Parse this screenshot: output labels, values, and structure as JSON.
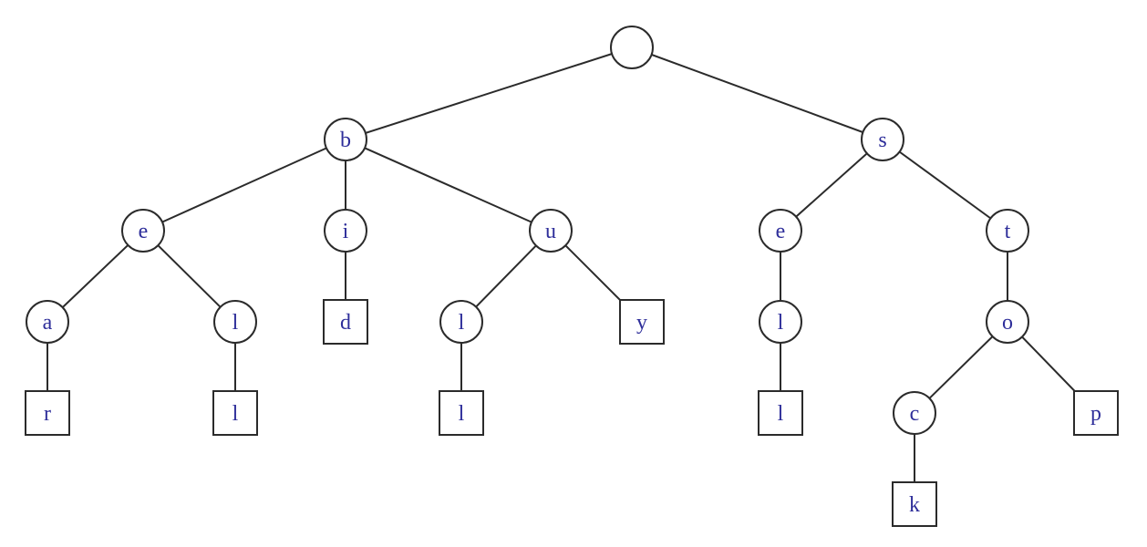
{
  "colors": {
    "label": "#2e2e9a",
    "stroke": "#2b2b2b",
    "background": "#ffffff"
  },
  "tree": {
    "root": {
      "label": "",
      "shape": "circle"
    },
    "nodes": [
      {
        "id": "b",
        "label": "b",
        "shape": "circle",
        "parent": "root"
      },
      {
        "id": "s",
        "label": "s",
        "shape": "circle",
        "parent": "root"
      },
      {
        "id": "be",
        "label": "e",
        "shape": "circle",
        "parent": "b"
      },
      {
        "id": "bi",
        "label": "i",
        "shape": "circle",
        "parent": "b"
      },
      {
        "id": "bu",
        "label": "u",
        "shape": "circle",
        "parent": "b"
      },
      {
        "id": "se",
        "label": "e",
        "shape": "circle",
        "parent": "s"
      },
      {
        "id": "st",
        "label": "t",
        "shape": "circle",
        "parent": "s"
      },
      {
        "id": "bea",
        "label": "a",
        "shape": "circle",
        "parent": "be"
      },
      {
        "id": "bel",
        "label": "l",
        "shape": "circle",
        "parent": "be"
      },
      {
        "id": "bid",
        "label": "d",
        "shape": "square",
        "parent": "bi"
      },
      {
        "id": "bul",
        "label": "l",
        "shape": "circle",
        "parent": "bu"
      },
      {
        "id": "buy",
        "label": "y",
        "shape": "square",
        "parent": "bu"
      },
      {
        "id": "sel",
        "label": "l",
        "shape": "circle",
        "parent": "se"
      },
      {
        "id": "sto",
        "label": "o",
        "shape": "circle",
        "parent": "st"
      },
      {
        "id": "bear",
        "label": "r",
        "shape": "square",
        "parent": "bea"
      },
      {
        "id": "bell",
        "label": "l",
        "shape": "square",
        "parent": "bel"
      },
      {
        "id": "bull",
        "label": "l",
        "shape": "square",
        "parent": "bul"
      },
      {
        "id": "sell",
        "label": "l",
        "shape": "square",
        "parent": "sel"
      },
      {
        "id": "stoc",
        "label": "c",
        "shape": "circle",
        "parent": "sto"
      },
      {
        "id": "stop",
        "label": "p",
        "shape": "square",
        "parent": "sto"
      },
      {
        "id": "stock",
        "label": "k",
        "shape": "square",
        "parent": "stoc"
      }
    ]
  }
}
